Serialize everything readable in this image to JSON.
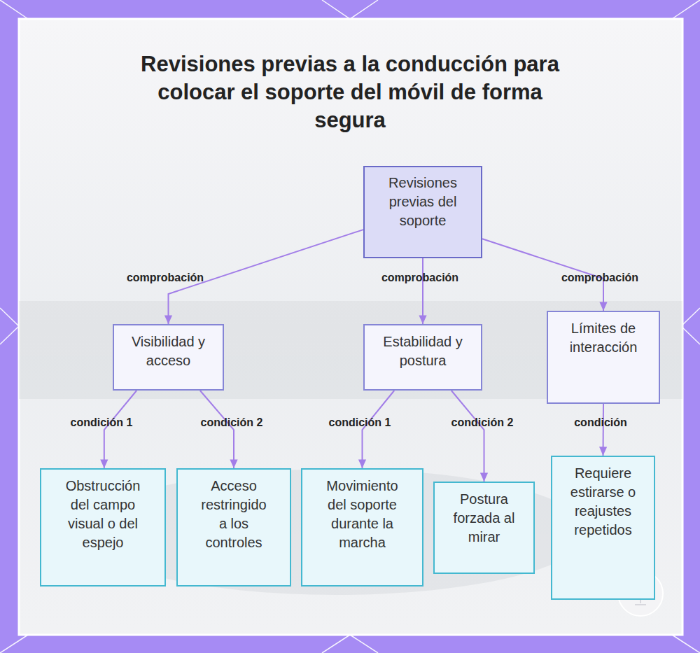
{
  "diagram": {
    "title": "Revisiones previas a la conducción para colocar el soporte del móvil de forma segura",
    "nodes": [
      {
        "text": [
          "Revisiones previas del soporte"
        ]
      },
      {
        "text": [
          "Visibilidad y acceso"
        ]
      },
      {
        "text": [
          "Estabilidad y postura"
        ]
      },
      {
        "text": [
          "Límites de interacción"
        ]
      },
      {
        "text": [
          "Obstrucción del campo visual o del espejo"
        ]
      },
      {
        "text": [
          "Acceso restringido a los controles"
        ]
      },
      {
        "text": [
          "Movimiento del soporte durante la marcha"
        ]
      },
      {
        "text": [
          "Postura forzada al mirar"
        ]
      },
      {
        "text": [
          "Requiere estirarse o reajustes repetidos"
        ]
      }
    ],
    "edges": [
      {
        "from": 0,
        "to": 1,
        "label": "comprobación",
        "arrow": "to"
      },
      {
        "from": 0,
        "to": 2,
        "label": "comprobación",
        "arrow": "to"
      },
      {
        "from": 0,
        "to": 3,
        "label": "comprobación",
        "arrow": "to"
      },
      {
        "from": 1,
        "to": 4,
        "label": "condición 1",
        "arrow": "to"
      },
      {
        "from": 1,
        "to": 5,
        "label": "condición 2",
        "arrow": "to"
      },
      {
        "from": 2,
        "to": 6,
        "label": "condición 1",
        "arrow": "to"
      },
      {
        "from": 2,
        "to": 7,
        "label": "condición 2",
        "arrow": "to"
      },
      {
        "from": 3,
        "to": 8,
        "label": "condición",
        "arrow": "to"
      }
    ]
  }
}
